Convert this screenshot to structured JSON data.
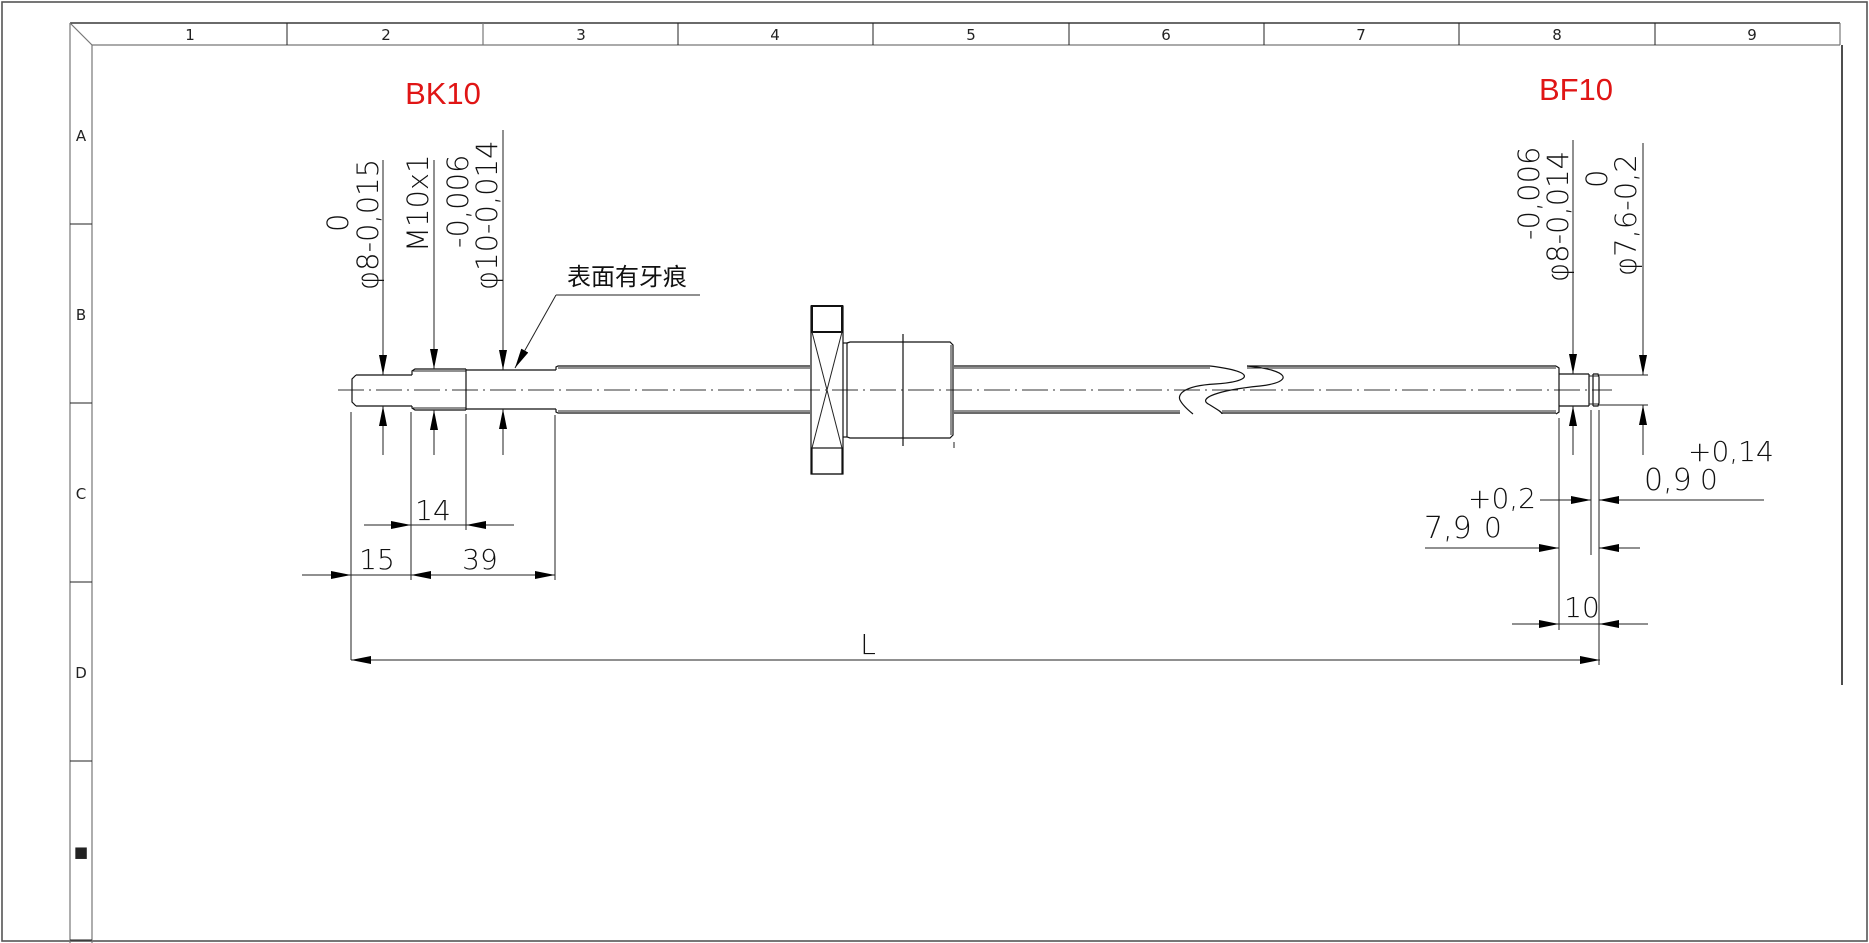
{
  "drawing": {
    "border_columns": [
      "1",
      "2",
      "3",
      "4",
      "5",
      "6",
      "7",
      "8",
      "9"
    ],
    "border_rows": [
      "A",
      "B",
      "C",
      "D",
      "■"
    ],
    "left_bearing_label": "BK10",
    "right_bearing_label": "BF10",
    "colors": {
      "label_red": "#e01515",
      "line": "#111111",
      "frame": "#555555"
    },
    "left_dimensions": {
      "d1": {
        "main": "φ8-0,015",
        "upper_tol": "0"
      },
      "d2": {
        "main": "M10x1"
      },
      "d3": {
        "main": "φ10-0,014",
        "upper_tol": "-0,006"
      }
    },
    "note": "表面有牙痕",
    "left_lengths": {
      "l1": "14",
      "l2": "15",
      "l3": "39"
    },
    "right_dimensions": {
      "d1": {
        "main": "φ8-0,014",
        "upper_tol": "-0,006"
      },
      "d2": {
        "main": "φ7,6-0,2",
        "upper_tol": "0"
      }
    },
    "right_groove": {
      "width_main": "0,9",
      "width_tol_upper": "+0,14",
      "width_tol_lower": "0",
      "pos_main": "7,9",
      "pos_tol_upper": "+0,2",
      "pos_tol_lower": "0"
    },
    "right_length": "10",
    "overall_length": "L"
  }
}
